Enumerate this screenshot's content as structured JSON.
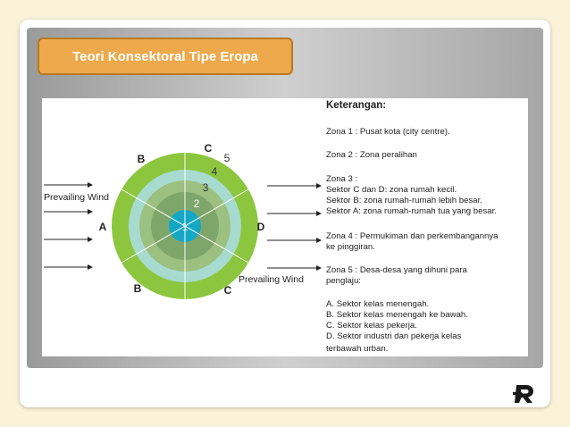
{
  "title": "Teori Konsektoral Tipe Eropa",
  "diagram": {
    "center_label": "1",
    "ring_labels": [
      "2",
      "3",
      "4",
      "5"
    ],
    "sector_labels": {
      "top_left": "B",
      "top": "C",
      "right": "D",
      "left": "A",
      "bottom_left": "B",
      "bottom": "C"
    },
    "wind_label_left": "Prevailing Wind",
    "wind_label_right": "Prevailing Wind",
    "colors": {
      "ring5": "#8cc63f",
      "ring4": "#a7dbd0",
      "ring3": "#9cc07f",
      "ring2": "#7ea66a",
      "center": "#14a7c4"
    }
  },
  "legend": {
    "title": "Keterangan:",
    "lines": [
      "Zona 1 : Pusat kota (city centre).",
      "Zona 2 : Zona peralihan",
      "Zona 3 :",
      "Sektor C dan D: zona rumah kecil.",
      "Sektor B: zona rumah-rumah lebih besar.",
      "Sektor A: zona rumah-rumah tua yang besar.",
      "Zona 4 : Permukiman dan perkembangannya",
      "ke pinggiran.",
      "Zona 5 : Desa-desa yang dihuni para",
      "penglaju:",
      "A. Sektor kelas menengah.",
      "B. Sektor kelas menengah ke bawah.",
      "C. Sektor kelas pekerja.",
      "D. Sektor industri dan pekerja kelas",
      "terbawah urban."
    ]
  },
  "logo_icon": "r-arrow-logo"
}
